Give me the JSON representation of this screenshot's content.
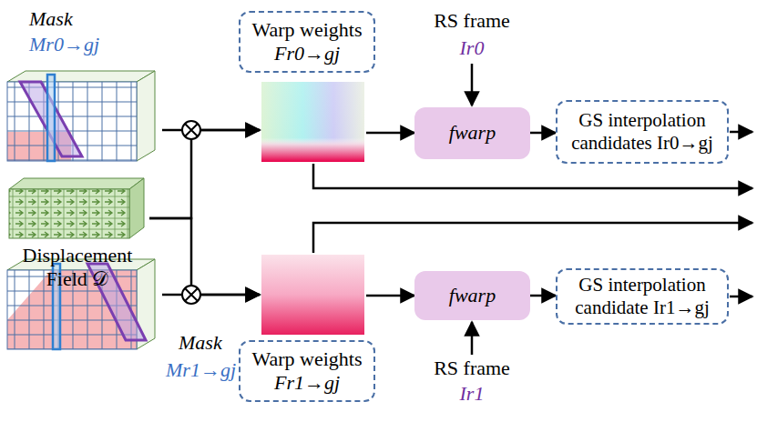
{
  "diagram": {
    "nodes": [
      {
        "text": [
          "Mask",
          "Mr0→gj"
        ]
      },
      {
        "text": [
          "Displacement Field 𝒟"
        ]
      },
      {
        "text": [
          "Mask",
          "Mr1→gj"
        ]
      },
      {
        "text": [
          "Warp weights",
          "Fr0→gj"
        ]
      },
      {
        "text": [
          "fwarp"
        ]
      },
      {
        "text": [
          "GS interpolation candidates Ir0→gj"
        ]
      },
      {
        "text": [
          "Warp weights",
          "Fr1→gj"
        ]
      },
      {
        "text": [
          "fwarp"
        ]
      },
      {
        "text": [
          "GS interpolation candidate Ir1→gj"
        ]
      }
    ],
    "edges": [
      {
        "from": 0,
        "to": 3,
        "arrow": "to"
      },
      {
        "from": 1,
        "to": 3,
        "arrow": "to"
      },
      {
        "from": 1,
        "to": 6,
        "arrow": "to"
      },
      {
        "from": 2,
        "to": 6,
        "arrow": "to"
      },
      {
        "from": 3,
        "to": 4,
        "arrow": "to"
      },
      {
        "from": 4,
        "to": 5,
        "arrow": "to"
      },
      {
        "from": 6,
        "to": 7,
        "arrow": "to"
      },
      {
        "from": 7,
        "to": 8,
        "arrow": "to"
      }
    ],
    "labels": [
      "RS frame",
      "Ir0",
      "RS frame",
      "Ir1"
    ]
  }
}
